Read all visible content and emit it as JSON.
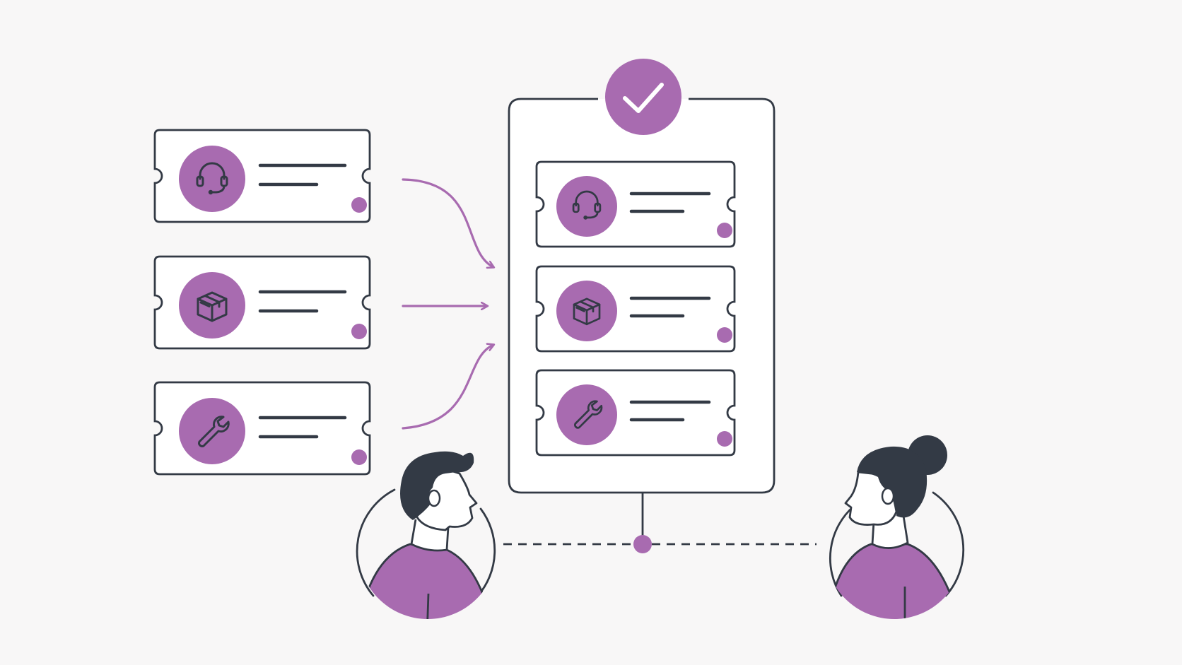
{
  "scene": {
    "description_free": true,
    "colors": {
      "background": "#f8f7f7",
      "ink": "#333a45",
      "accent": "#a86bb0"
    },
    "source_tickets": [
      {
        "icon": "headset-icon",
        "lines": 2,
        "has_status_dot": true
      },
      {
        "icon": "package-icon",
        "lines": 2,
        "has_status_dot": true
      },
      {
        "icon": "wrench-icon",
        "lines": 2,
        "has_status_dot": true
      }
    ],
    "queue_board": {
      "badge_icon": "checkmark-icon",
      "tickets": [
        {
          "icon": "headset-icon",
          "lines": 2,
          "has_status_dot": true
        },
        {
          "icon": "package-icon",
          "lines": 2,
          "has_status_dot": true
        },
        {
          "icon": "wrench-icon",
          "lines": 2,
          "has_status_dot": true
        }
      ]
    },
    "people": [
      {
        "role": "customer",
        "avatar": "man-avatar"
      },
      {
        "role": "agent",
        "avatar": "woman-avatar"
      }
    ]
  }
}
